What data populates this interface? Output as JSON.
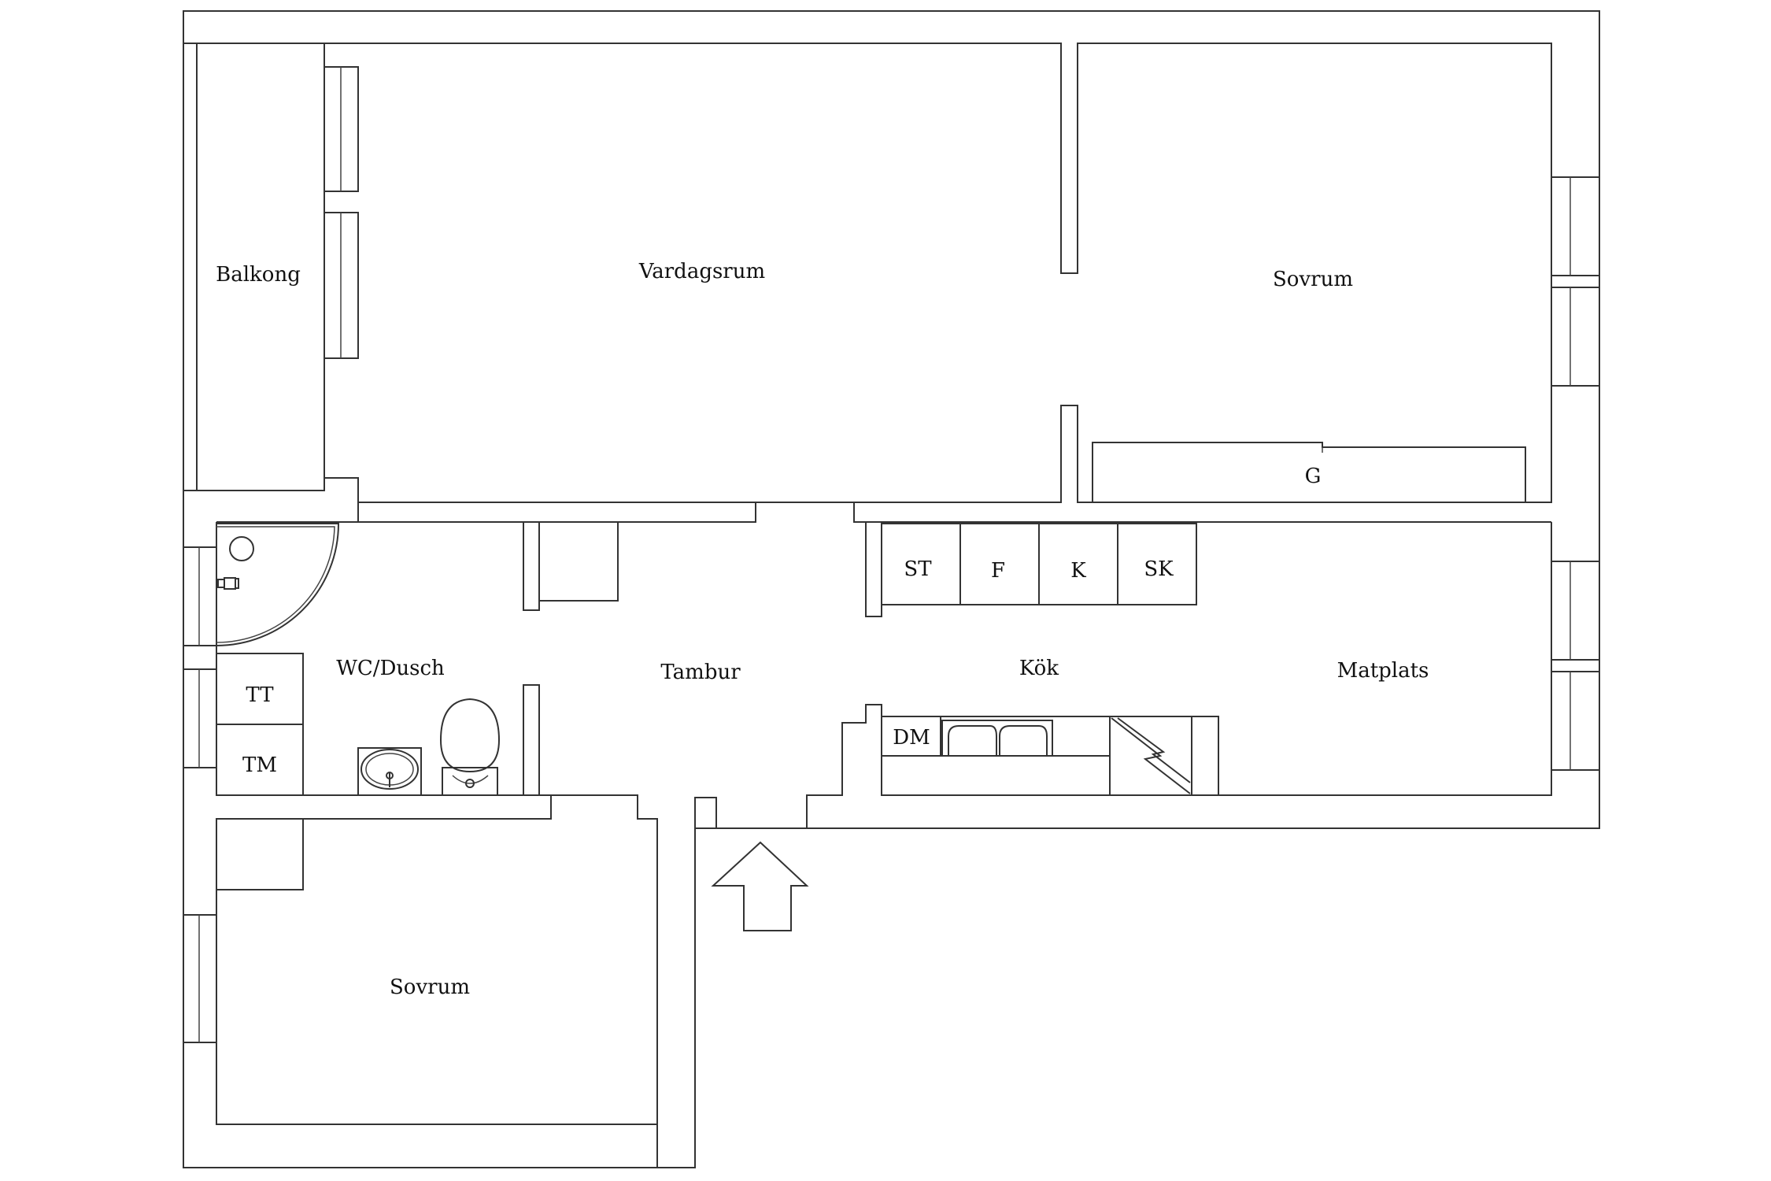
{
  "rooms": {
    "balkong": "Balkong",
    "vardagsrum": "Vardagsrum",
    "sovrum_top": "Sovrum",
    "wc_dusch": "WC/Dusch",
    "tambur": "Tambur",
    "kok": "Kök",
    "matplats": "Matplats",
    "sovrum_bottom": "Sovrum"
  },
  "fixtures": {
    "garderob": "G",
    "st": "ST",
    "f": "F",
    "k": "K",
    "sk": "SK",
    "dm": "DM",
    "tt": "TT",
    "tm": "TM"
  },
  "icons": {
    "entrance": "entrance-arrow-icon",
    "stove": "stove-icon",
    "sink": "kitchen-sink-icon",
    "toilet": "toilet-icon",
    "washbasin": "washbasin-icon",
    "shower": "shower-icon"
  }
}
